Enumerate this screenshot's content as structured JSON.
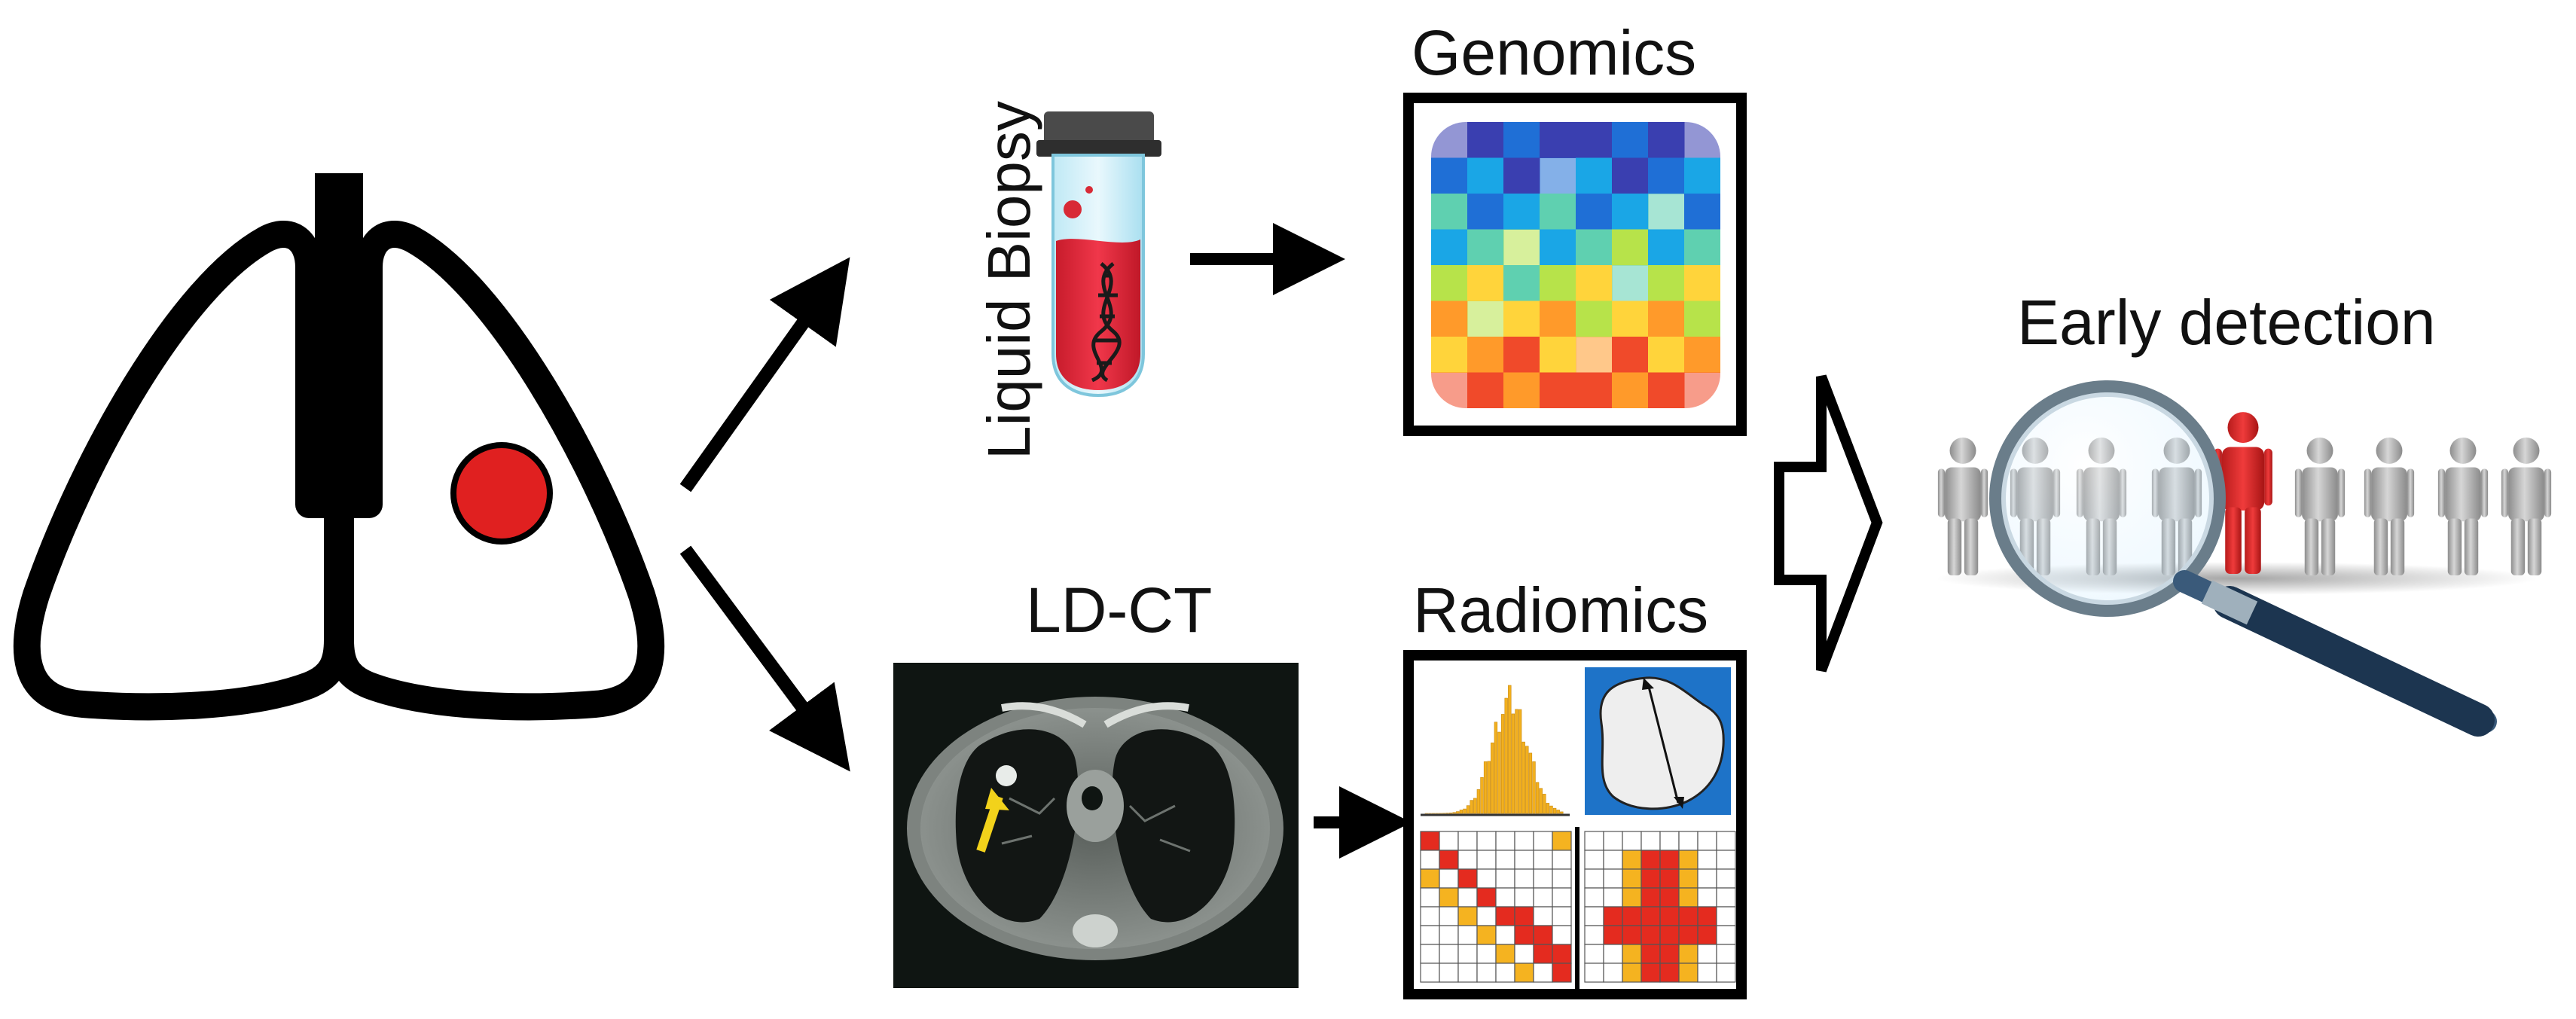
{
  "labels": {
    "liquid_biopsy": "Liquid Biopsy",
    "genomics": "Genomics",
    "ldct": "LD-CT",
    "radiomics": "Radiomics",
    "early_detection": "Early detection"
  },
  "colors": {
    "tumor": "#e02020",
    "outline": "#000000",
    "highlight_person": "#d42a2a",
    "person": "#a9a9a9",
    "scan_background": "#0f1512",
    "scan_arrow": "#f2d21b",
    "radiomics_blue": "#1e73c8",
    "heatmap_scale": [
      "#3a3fb0",
      "#1f6fd6",
      "#1aa6e6",
      "#5fd0b0",
      "#b7e34a",
      "#ffd43b",
      "#ff9a2a",
      "#f04a2a"
    ]
  },
  "icons": [
    "lungs-icon",
    "test-tube-icon",
    "dna-icon",
    "heatmap-icon",
    "ct-scan-image",
    "histogram-icon",
    "shape-icon",
    "pixel-grid-icon",
    "block-arrow-icon",
    "people-icon",
    "magnifier-icon"
  ]
}
